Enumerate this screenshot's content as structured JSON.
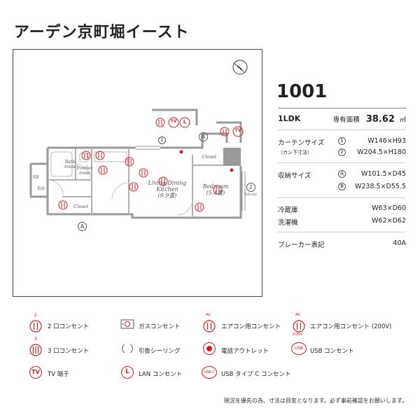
{
  "property": {
    "name": "アーデン京町堀イースト"
  },
  "floorplan": {
    "rooms": {
      "ldk_name": "Living Dining Kitchen",
      "ldk_size": "(9.9畳)",
      "bedroom_name": "Bedroom",
      "bedroom_size": "(5.4畳)",
      "closet_1": "Closet",
      "closet_2": "Closet",
      "bath": "Bath room",
      "powder": "Powder room",
      "sb": "SB",
      "ent": "Ent",
      "balcony": "Balcony"
    },
    "markers": {
      "curtain_1": "1",
      "curtain_2": "2",
      "storage_a": "A",
      "storage_b": "B"
    },
    "outlets": {
      "tv": "TV",
      "lan": "L",
      "two": "2",
      "three": "3"
    }
  },
  "info": {
    "room_number": "1001",
    "layout": "1LDK",
    "area_label": "専有面積",
    "area_value": "38.62",
    "area_unit": "㎡",
    "curtain": {
      "label": "カーテンサイズ",
      "sub_label": "（カン下寸法）",
      "items": [
        {
          "mark": "1",
          "value": "W146×H93"
        },
        {
          "mark": "2",
          "value": "W204.5×H180"
        }
      ]
    },
    "storage": {
      "label": "収納サイズ",
      "items": [
        {
          "mark": "A",
          "value": "W101.5×D45"
        },
        {
          "mark": "B",
          "value": "W238.5×D55.5"
        }
      ]
    },
    "fridge": {
      "label": "冷蔵庫",
      "value": "W63×D60"
    },
    "washer": {
      "label": "洗濯機",
      "value": "W62×D62"
    },
    "breaker": {
      "label": "ブレーカー表記",
      "value": "40A"
    }
  },
  "legend": {
    "outlet_2": "2 口コンセント",
    "outlet_3": "3 口コンセント",
    "tv": "TV 端子",
    "gas": "ガスコンセント",
    "ceiling": "引掛シーリング",
    "lan": "LAN コンセント",
    "ac": "エアコン用コンセント",
    "phone": "電話アウトレット",
    "usb_c": "USB タイプ C コンセント",
    "ac_200": "エアコン用コンセント (200V)",
    "usb": "USB コンセント",
    "icon_text": {
      "two": "2",
      "three": "3",
      "tv": "TV",
      "lan": "L",
      "ac": "AC",
      "v200": "200V",
      "usb": "USB",
      "usb_c": "USB-C"
    }
  },
  "footer": {
    "note": "現況を優先の為、寸法は目安となります。必ず事前確認をお願いします。"
  },
  "colors": {
    "accent_red": "#cc1f2b",
    "text": "#222222",
    "wall": "#9a9a9a",
    "divider": "#cfcfcf"
  }
}
